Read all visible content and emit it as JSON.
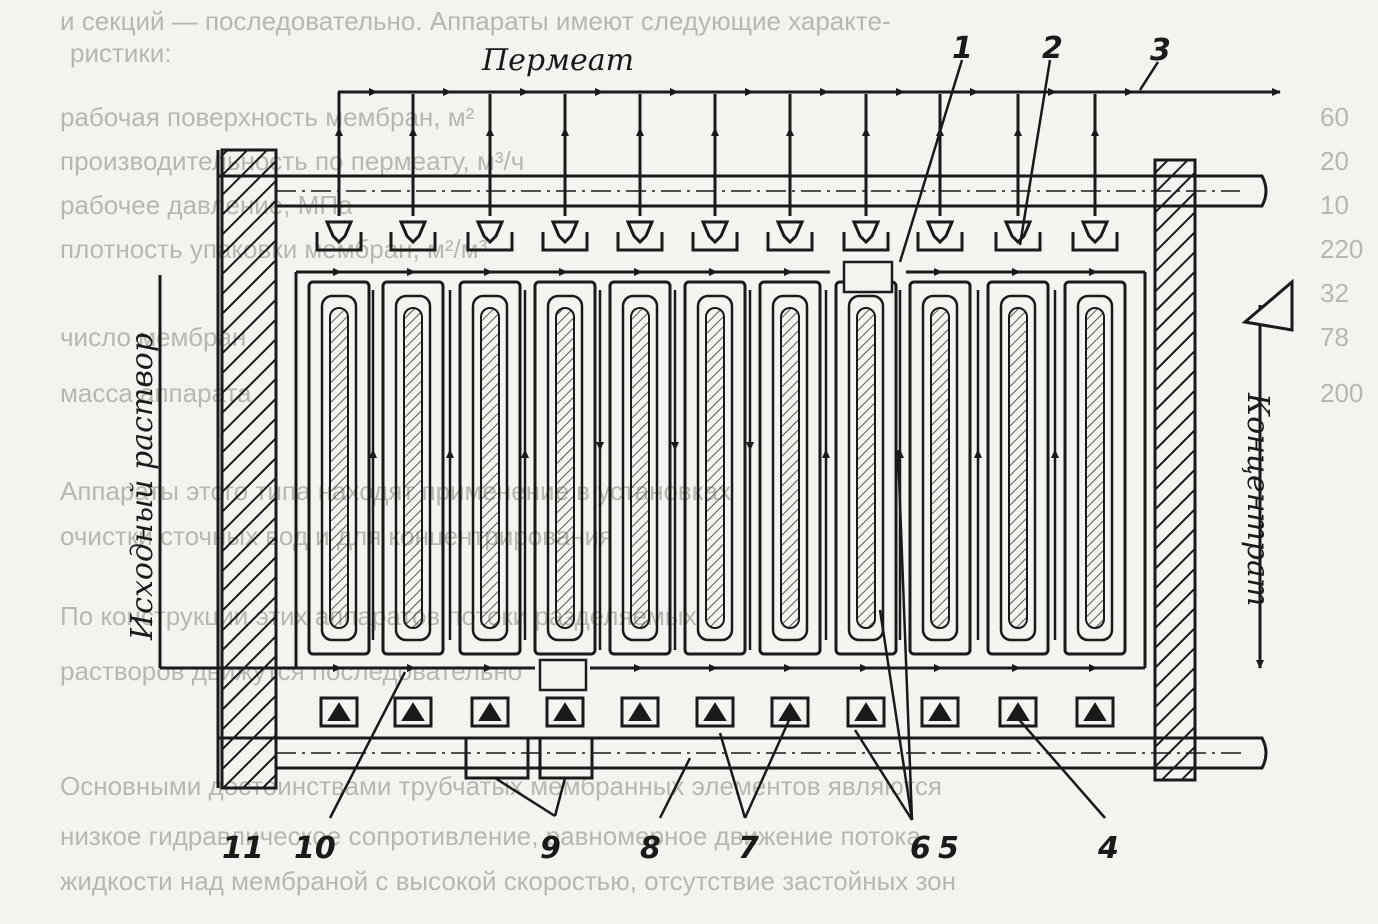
{
  "labels": {
    "permeate": "Пермеат",
    "feed": "Исходный раствор",
    "concentrate": "Концентрат"
  },
  "callouts": [
    "1",
    "2",
    "3",
    "4",
    "5",
    "6",
    "7",
    "8",
    "9",
    "10",
    "11"
  ],
  "colors": {
    "ink": "#1a1a1a",
    "paper": "#f4f3ef",
    "bleed_text": "#b9b7b1"
  },
  "bleed_through_lines": [
    "и секций — последовательно. Аппараты имеют следующие характе-",
    "ристики:",
    "рабочая поверхность мембран, м²",
    "производительность по пермеату, м³/ч",
    "рабочее давление, МПа",
    "плотность упаковки мембран, м²/м³",
    "число мембран",
    "масса аппарата",
    "Аппараты этого типа находят применение в установках",
    "очистки сточных вод и для концентрирования",
    "По конструкции этих аппаратов потоки разделяемых",
    "растворов движутся последовательно",
    "Основными достоинствами трубчатых мембранных элементов являются",
    "низкое гидравлическое сопротивление, равномерное движение потока",
    "жидкости над мембраной с высокой скоростью, отсутствие застойных зон"
  ],
  "bleed_through_numbers": [
    "60",
    "20",
    "10",
    "220",
    "32",
    "78",
    "200"
  ]
}
